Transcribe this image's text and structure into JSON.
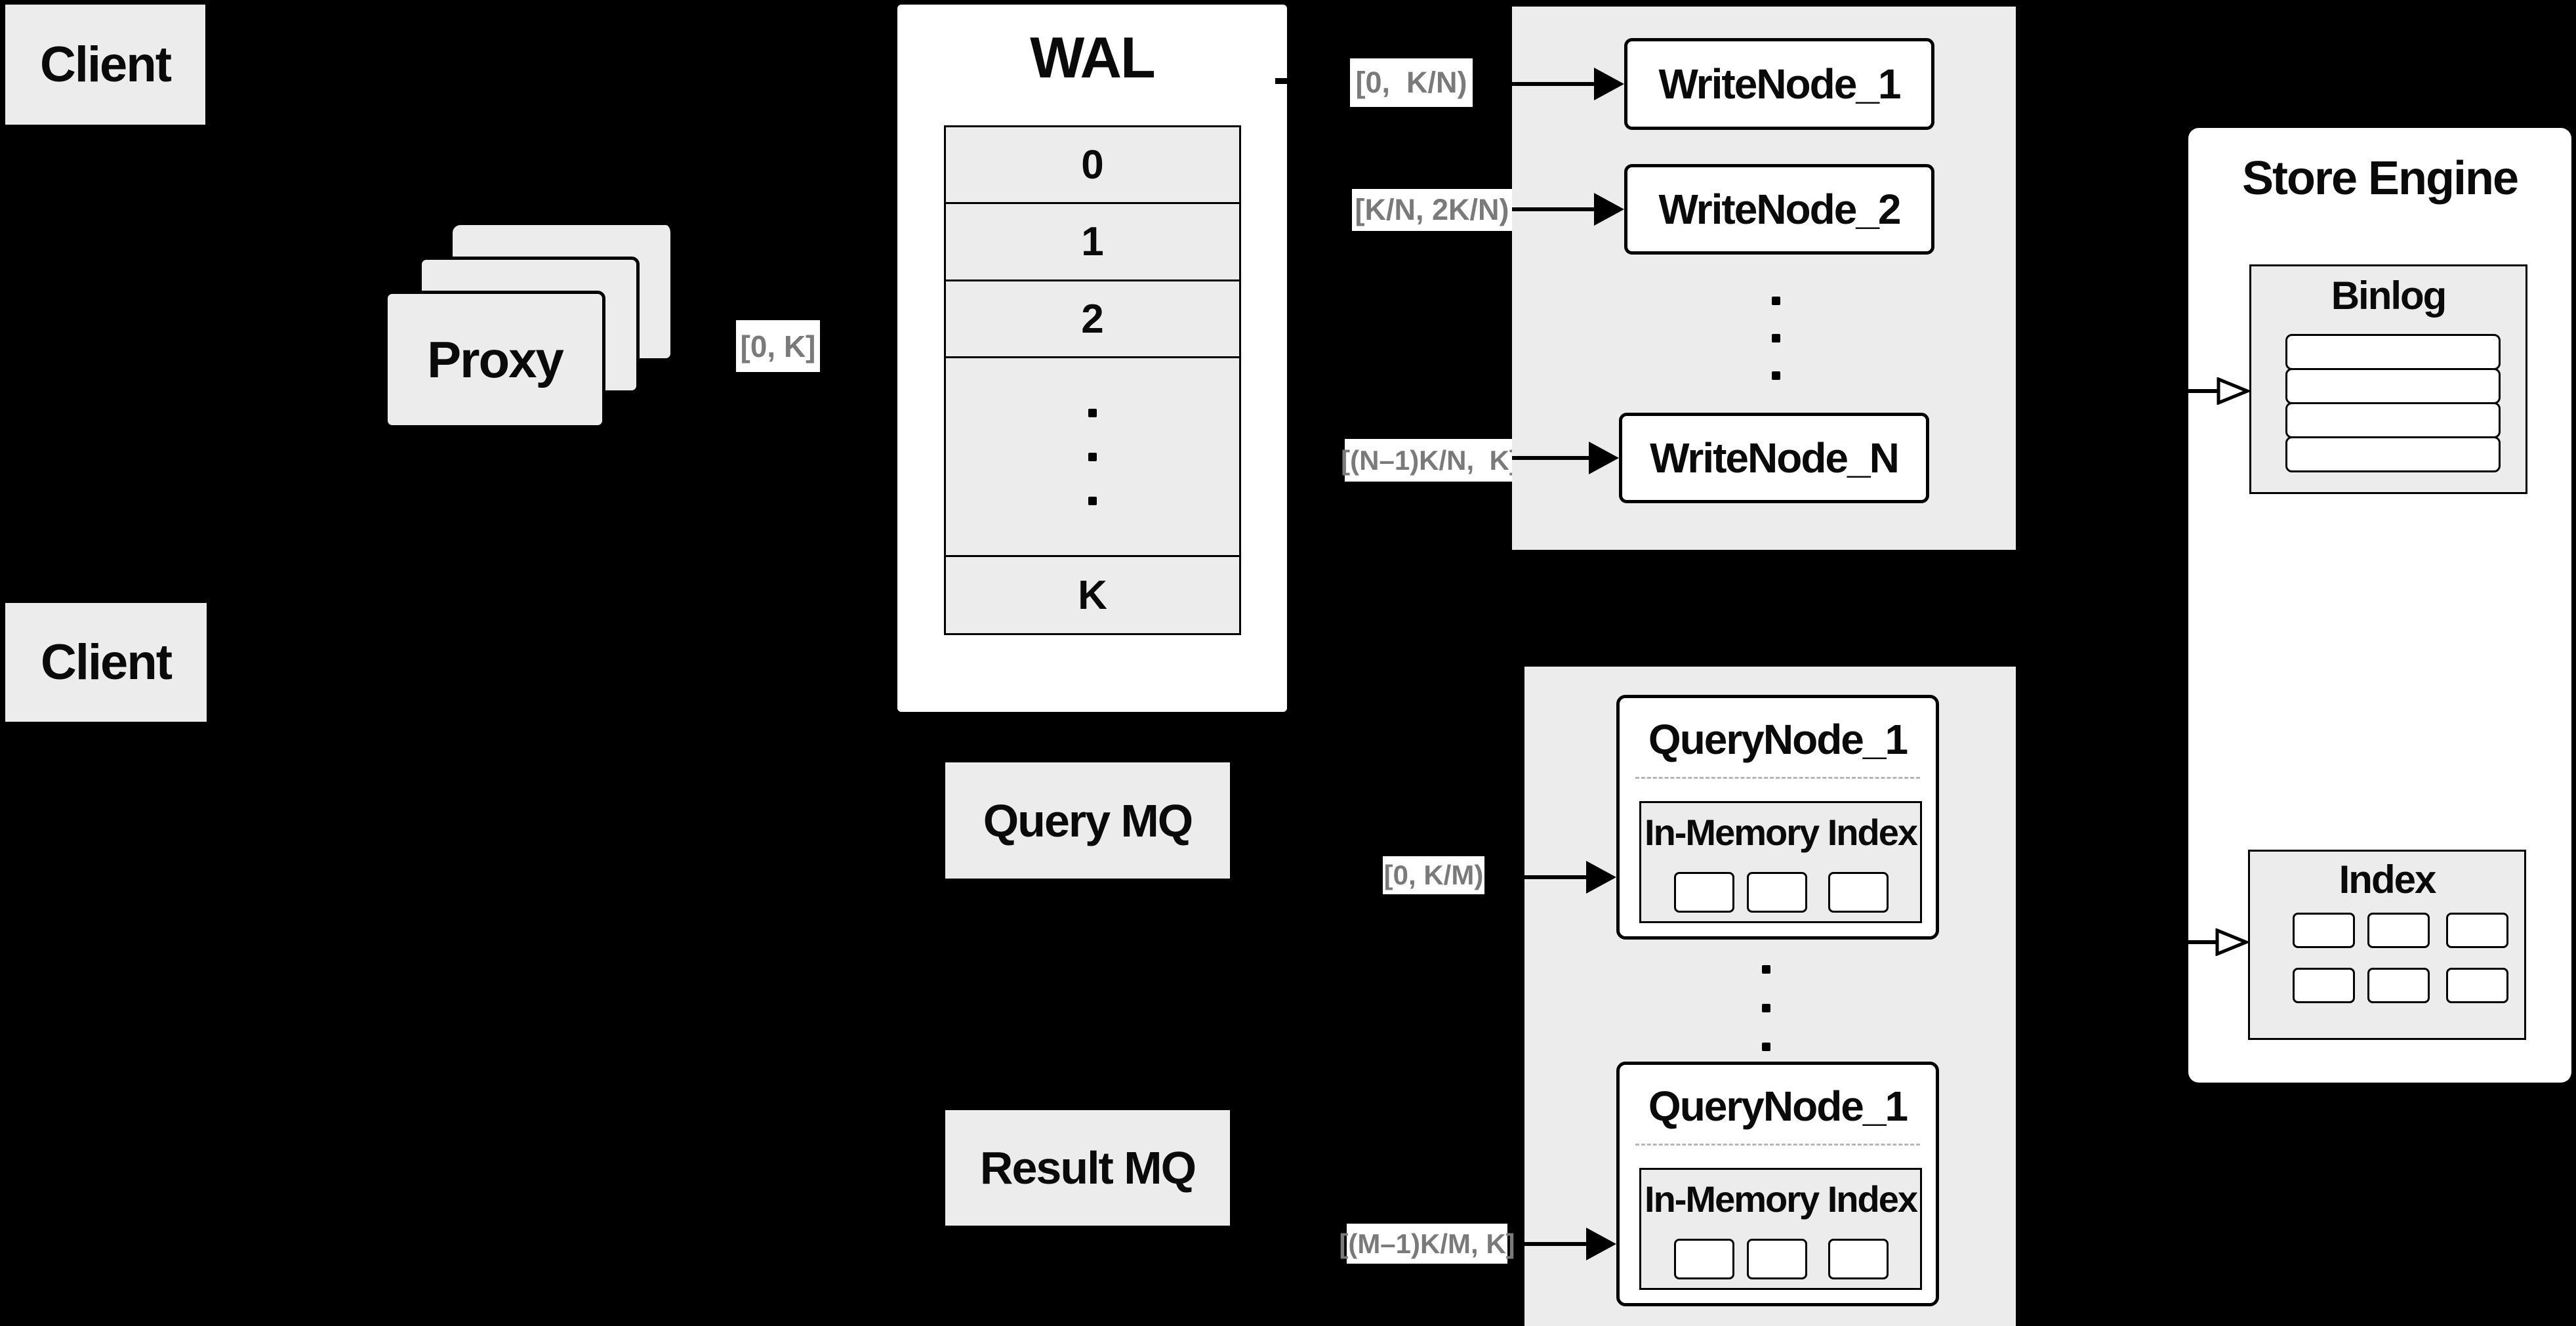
{
  "colors": {
    "background": "#000000",
    "panel_gray": "#ececec",
    "box_white": "#ffffff",
    "line_black": "#000000",
    "label_text_gray": "#7a7a7a"
  },
  "clients": {
    "top": "Client",
    "bottom": "Client"
  },
  "proxy": {
    "label": "Proxy"
  },
  "range_labels": {
    "proxy_out": "[0, K]",
    "write_1": "[0,  K/N)",
    "write_2": "[K/N, 2K/N)",
    "write_n": "[(N–1)K/N,  K]",
    "query_first": "[0, K/M)",
    "query_last": "[(M–1)K/M, K]"
  },
  "wal": {
    "title": "WAL",
    "rows": [
      "0",
      "1",
      "2"
    ],
    "last_row": "K"
  },
  "write_panel": {
    "node_1": "WriteNode_1",
    "node_2": "WriteNode_2",
    "node_n": "WriteNode_N"
  },
  "query_panel": {
    "node_top": {
      "title": "QueryNode_1",
      "inner_title": "In-Memory Index"
    },
    "node_bottom": {
      "title": "QueryNode_1",
      "inner_title": "In-Memory Index"
    }
  },
  "mq": {
    "query": "Query MQ",
    "result": "Result MQ"
  },
  "store_engine": {
    "title": "Store Engine",
    "binlog": "Binlog",
    "index": "Index"
  }
}
